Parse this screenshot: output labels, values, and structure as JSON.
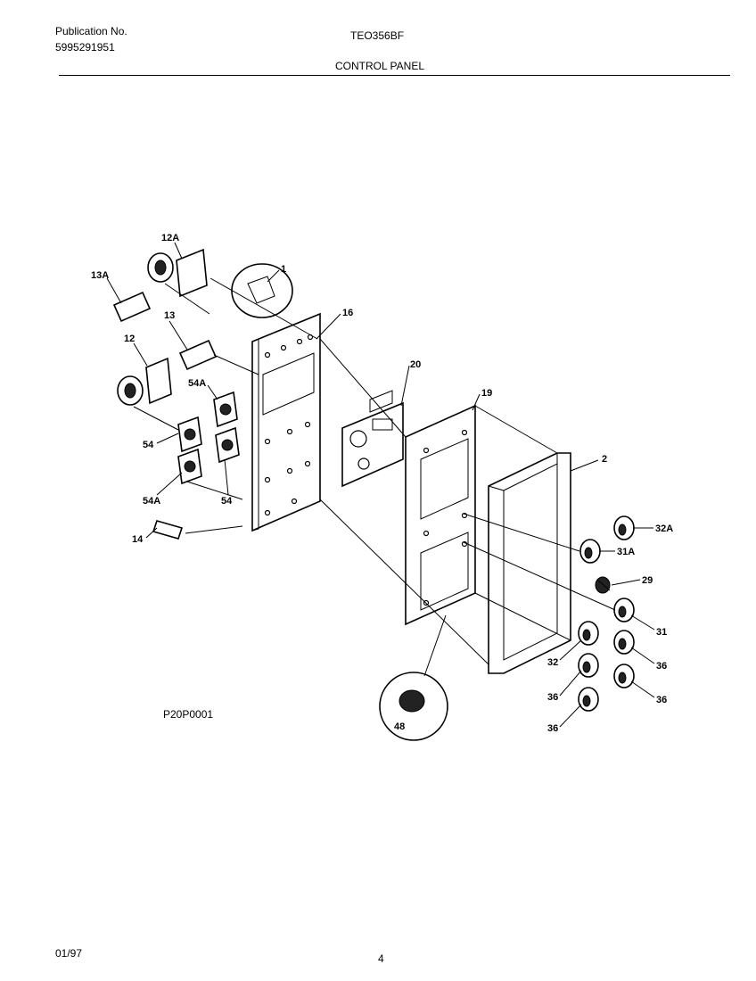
{
  "header": {
    "publication_label": "Publication No.",
    "publication_number": "5995291951",
    "model": "TEO356BF",
    "section_title": "CONTROL PANEL"
  },
  "diagram": {
    "code": "P20P0001",
    "callouts": {
      "c1": "1",
      "c12A": "12A",
      "c13A": "13A",
      "c13": "13",
      "c12": "12",
      "c54A_top": "54A",
      "c54_left": "54",
      "c54_right": "54",
      "c54A_bottom": "54A",
      "c14": "14",
      "c16": "16",
      "c20": "20",
      "c19": "19",
      "c2": "2",
      "c32A": "32A",
      "c31A": "31A",
      "c29": "29",
      "c31": "31",
      "c32": "32",
      "c36_a": "36",
      "c36_b": "36",
      "c36_c": "36",
      "c36_d": "36",
      "c48": "48"
    }
  },
  "footer": {
    "date": "01/97",
    "page": "4"
  }
}
